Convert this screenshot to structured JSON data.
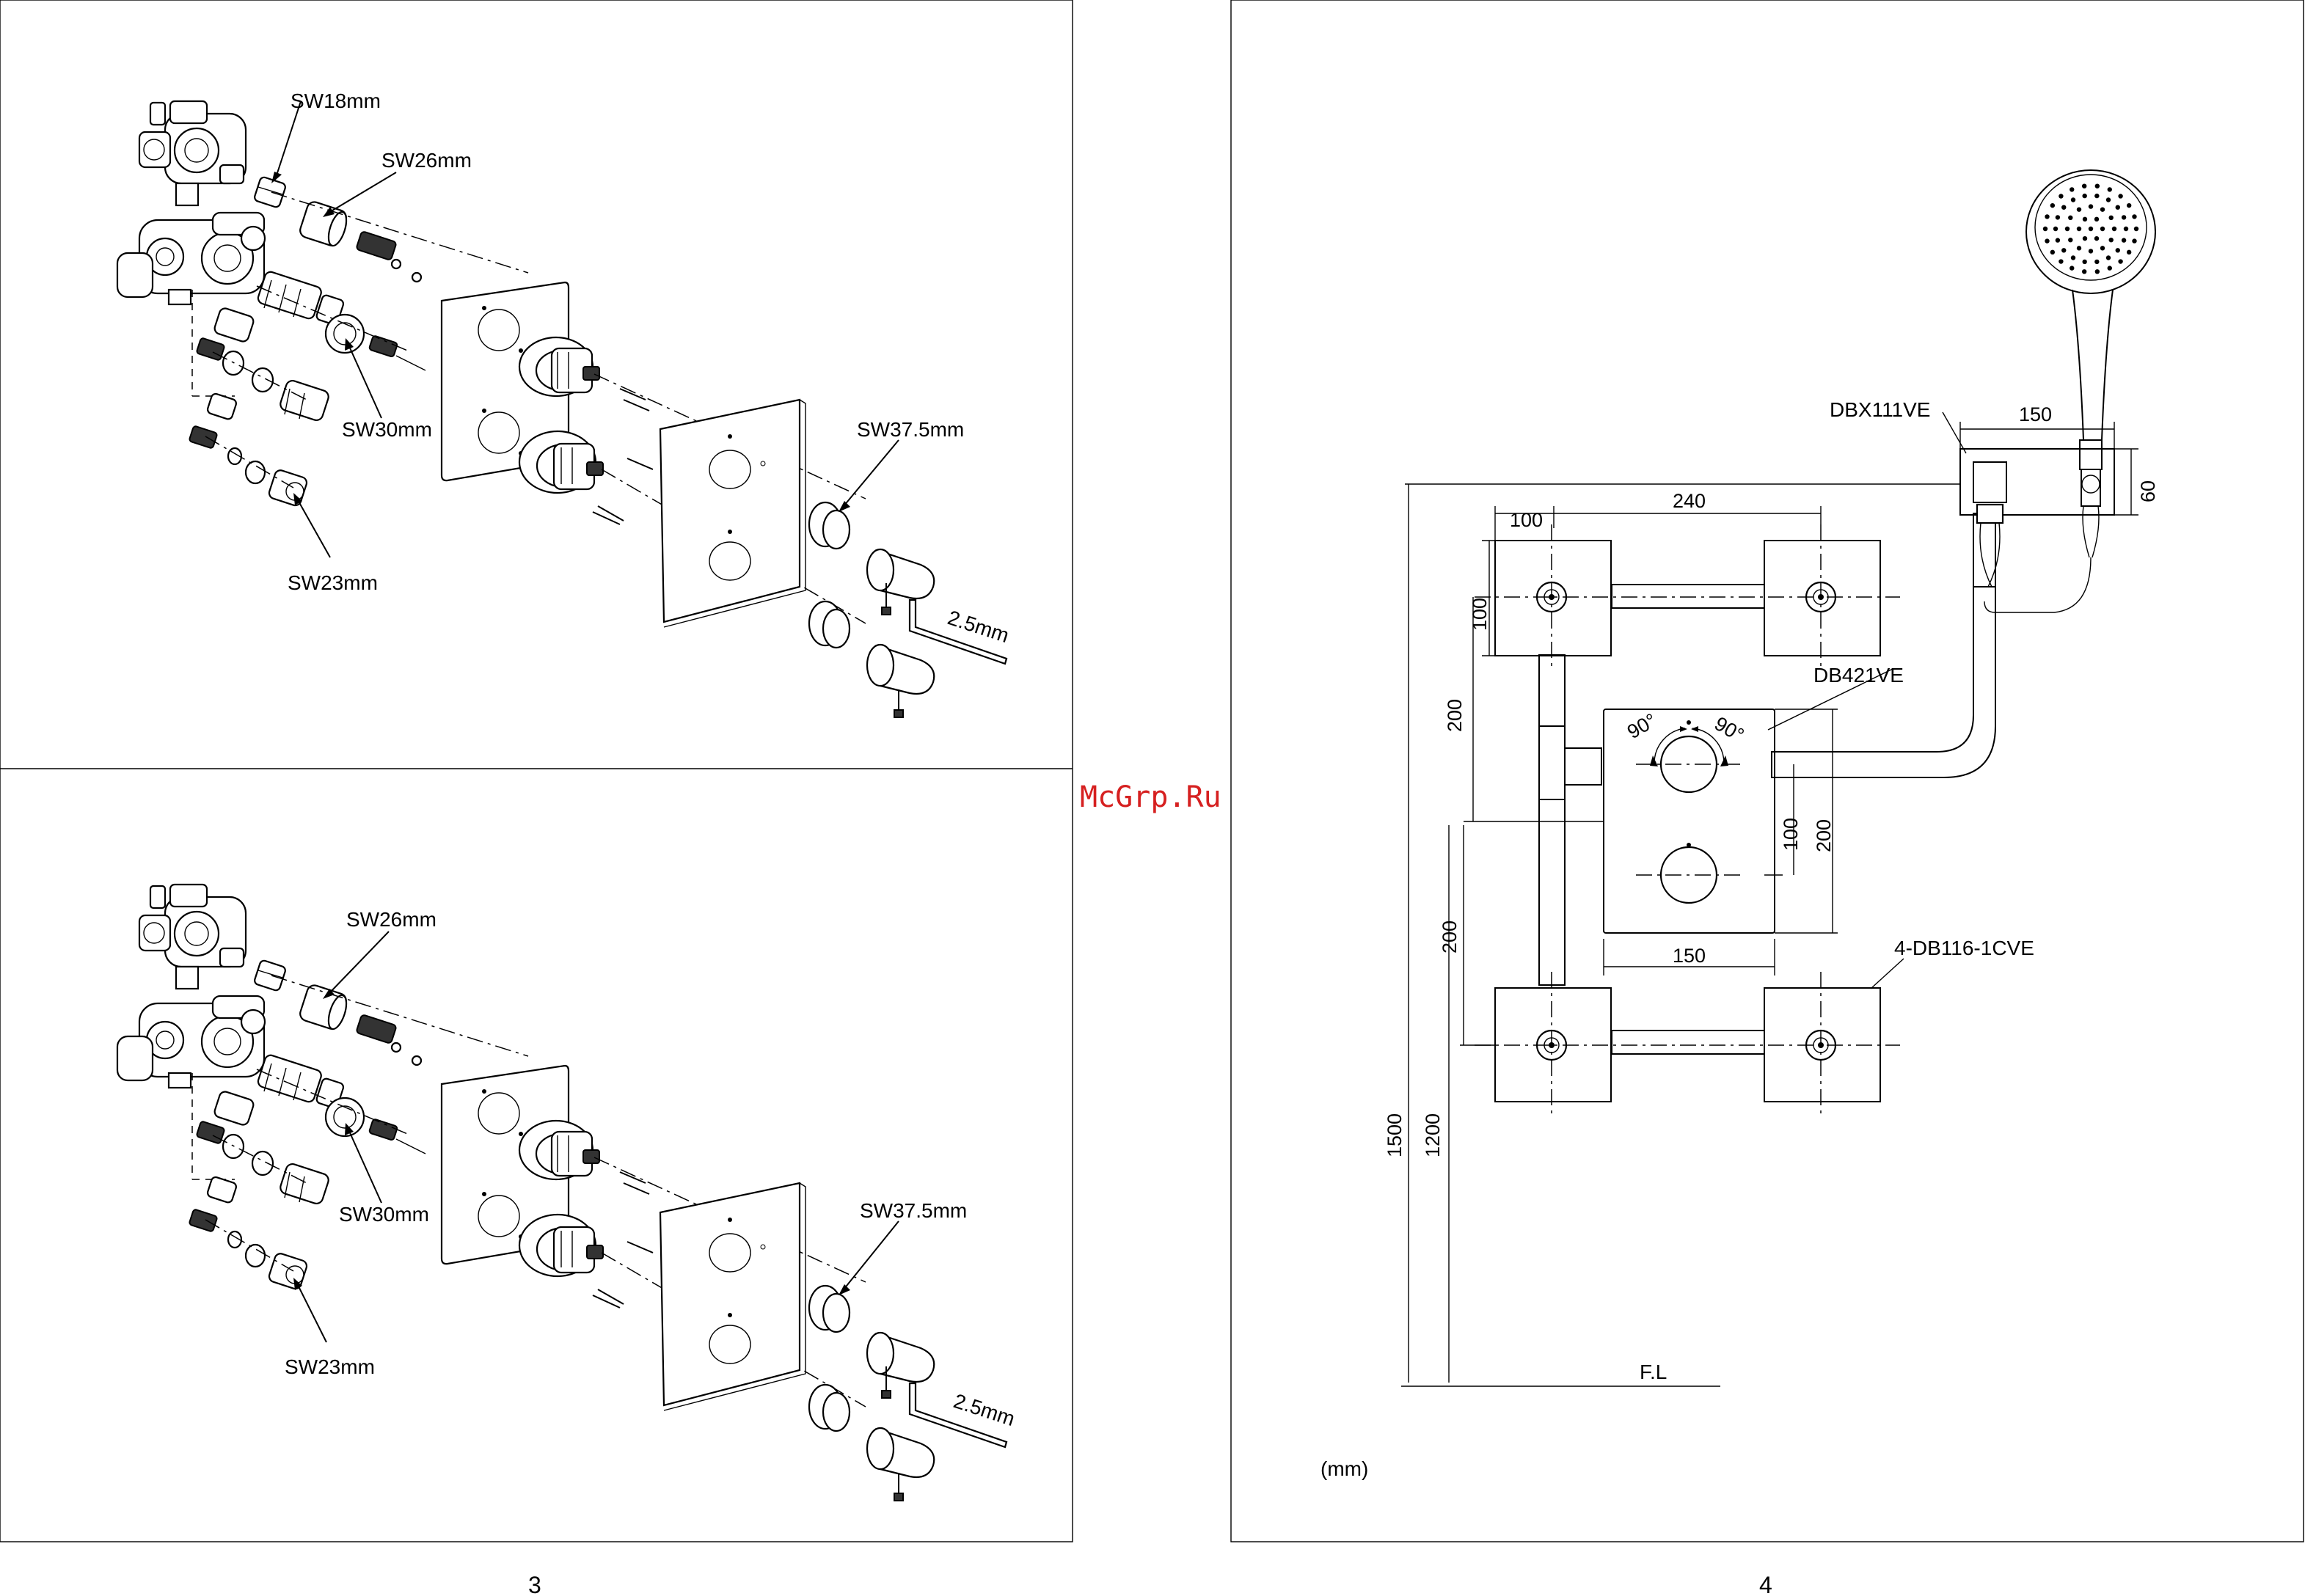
{
  "watermark": "McGrp.Ru",
  "page_left": {
    "number": "3",
    "top_panel": {
      "labels": {
        "sw18": "SW18mm",
        "sw26": "SW26mm",
        "sw30": "SW30mm",
        "sw23": "SW23mm",
        "sw37": "SW37.5mm",
        "hex": "2.5mm"
      }
    },
    "bottom_panel": {
      "labels": {
        "sw26": "SW26mm",
        "sw30": "SW30mm",
        "sw23": "SW23mm",
        "sw37": "SW37.5mm",
        "hex": "2.5mm"
      }
    }
  },
  "page_right": {
    "number": "4",
    "models": {
      "holder": "DBX111VE",
      "valve": "DB421VE",
      "outlets": "4-DB116-1CVE"
    },
    "dims": {
      "holder_w": "150",
      "holder_h": "60",
      "left_w": "100",
      "spacing": "240",
      "box_h": "100",
      "upper_v": "200",
      "lower_v": "200",
      "angle_l": "90°",
      "angle_r": "90°",
      "valve_100": "100",
      "valve_200": "200",
      "valve_w": "150",
      "h1500": "1500",
      "h1200": "1200"
    },
    "floor_label": "F.L",
    "unit_label": "(mm)"
  }
}
